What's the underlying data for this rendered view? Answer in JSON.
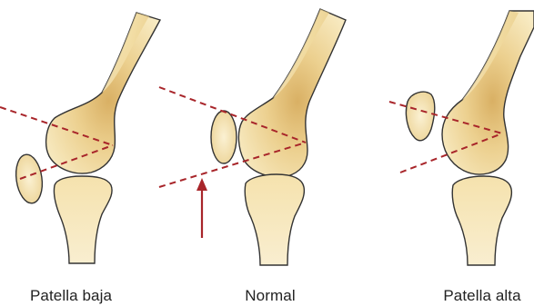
{
  "panels": [
    {
      "label": "Patella baja"
    },
    {
      "label": "Normal"
    },
    {
      "label": "Patella alta"
    }
  ],
  "colors": {
    "bone_fill": "#f7e7b9",
    "bone_shade": "#dcb56a",
    "outline": "#333333",
    "dashed_line": "#a8252a",
    "arrow": "#a8252a",
    "text": "#222222"
  }
}
